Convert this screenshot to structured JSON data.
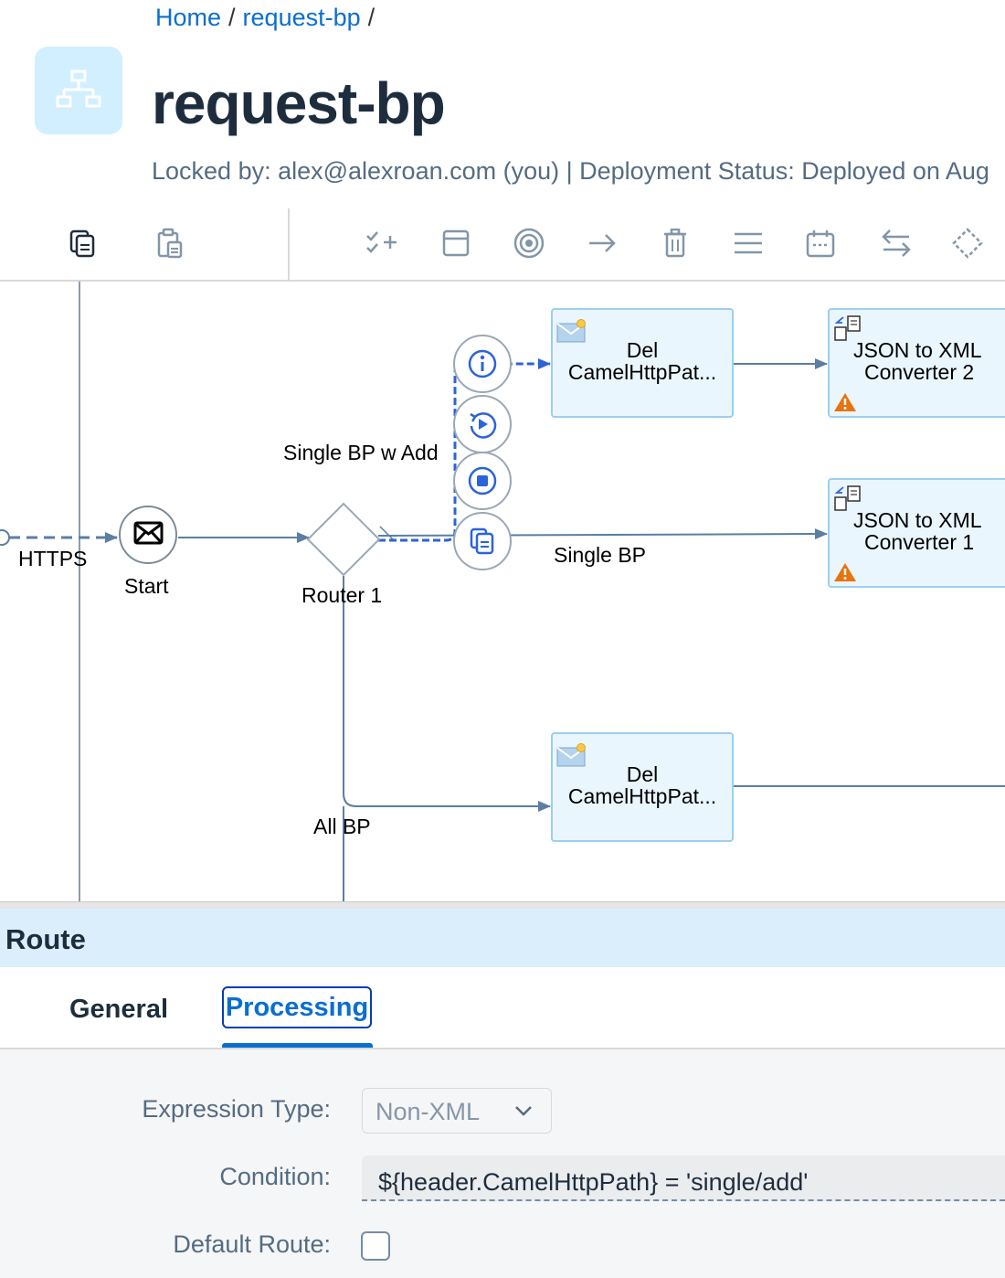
{
  "breadcrumb": {
    "items": [
      "Home",
      "request-bp"
    ],
    "separator": "/"
  },
  "header": {
    "title": "request-bp",
    "subtitle": "Locked by: alex@alexroan.com (you) | Deployment Status: Deployed on Aug"
  },
  "toolbar": {
    "icons": [
      "copy-icon",
      "paste-icon",
      "check-add-icon",
      "window-icon",
      "target-icon",
      "arrow-right-icon",
      "delete-icon",
      "menu-icon",
      "calendar-icon",
      "swap-icon",
      "fit-icon"
    ]
  },
  "canvas": {
    "sender_channel": "HTTPS",
    "start_event": "Start",
    "router": "Router 1",
    "route_single_bp_add": "Single BP w Add",
    "route_single_bp": "Single BP",
    "route_all_bp": "All BP",
    "node_del_1": {
      "line1": "Del",
      "line2": "CamelHttpPat..."
    },
    "node_json_2": {
      "line1": "JSON to XML",
      "line2": "Converter 2"
    },
    "node_json_1": {
      "line1": "JSON to XML",
      "line2": "Converter 1"
    },
    "node_del_2": {
      "line1": "Del",
      "line2": "CamelHttpPat..."
    }
  },
  "properties": {
    "title": "Route",
    "tabs": [
      "General",
      "Processing"
    ],
    "active_tab": "Processing",
    "expression_type_label": "Expression Type:",
    "expression_type_value": "Non-XML",
    "condition_label": "Condition:",
    "condition_value": "${header.CamelHttpPath} = 'single/add'",
    "default_route_label": "Default Route:",
    "default_route_checked": false
  },
  "colors": {
    "accent": "#0a6ed1",
    "node_fill": "#eaf6fd",
    "node_border": "#9ccff0",
    "warning": "#e9730c",
    "edge": "#5b7ea3"
  }
}
